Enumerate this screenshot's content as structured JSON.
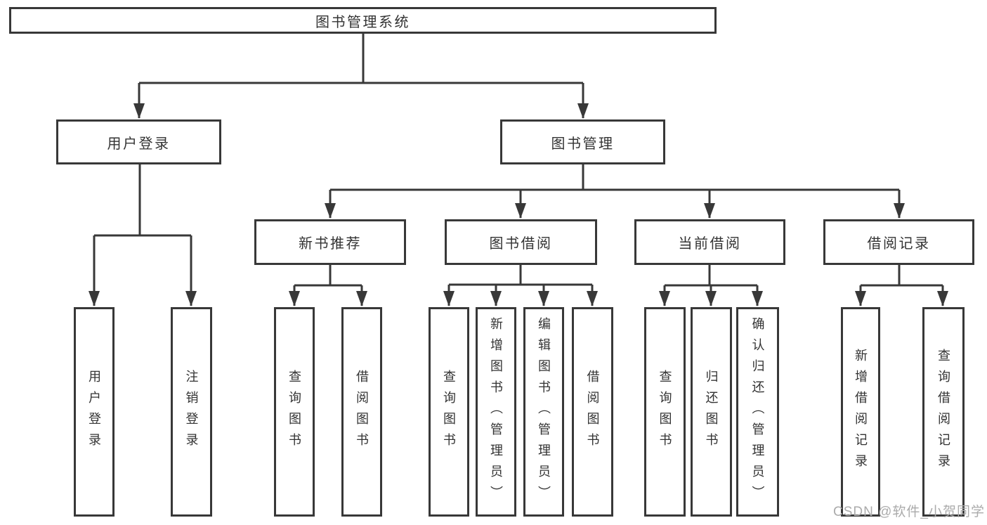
{
  "diagram": {
    "root": "图书管理系统",
    "children": [
      {
        "label": "用户登录",
        "children": [
          "用户登录",
          "注销登录"
        ]
      },
      {
        "label": "图书管理",
        "children": [
          {
            "label": "新书推荐",
            "children": [
              "查询图书",
              "借阅图书"
            ]
          },
          {
            "label": "图书借阅",
            "children": [
              "查询图书",
              "新增图书（管理员）",
              "编辑图书（管理员）",
              "借阅图书"
            ]
          },
          {
            "label": "当前借阅",
            "children": [
              "查询图书",
              "归还图书",
              "确认归还（管理员）"
            ]
          },
          {
            "label": "借阅记录",
            "children": [
              "新增借阅记录",
              "查询借阅记录"
            ]
          }
        ]
      }
    ]
  },
  "watermark": {
    "text": "CSDN @软件_小贺同学"
  },
  "colors": {
    "line": "#383838",
    "text": "#333333",
    "watermark_color": "#ababab",
    "background": "#ffffff"
  }
}
